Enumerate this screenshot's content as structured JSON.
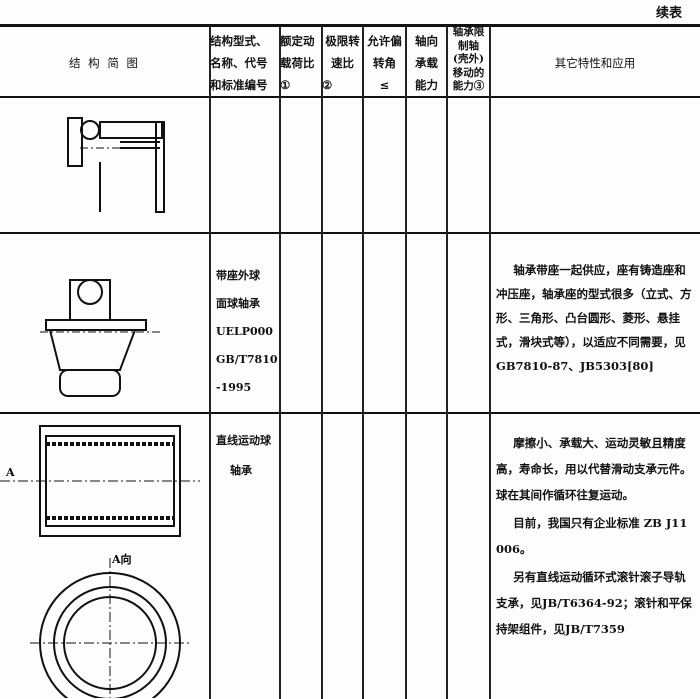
{
  "continued_label": "续表",
  "headers": {
    "diagram": "结 构 简 图",
    "type": [
      "结构型式、",
      "名称、代号",
      "和标准编号"
    ],
    "load": [
      "额定动",
      "载荷比",
      "①"
    ],
    "speed": [
      "极限转",
      "速比",
      "②"
    ],
    "angle": [
      "允许偏",
      "转角",
      "≤"
    ],
    "axial": [
      "轴向",
      "承载",
      "能力"
    ],
    "limit": [
      "轴承限",
      "制轴",
      "(壳外)",
      "移动的",
      "能力③"
    ],
    "other": "其它特性和应用"
  },
  "rows": [
    {
      "type": [],
      "other": []
    },
    {
      "type": [
        "带座外球",
        "面球轴承",
        "UELP000",
        "GB/T7810",
        "-1995"
      ],
      "other": [
        "轴承带座一起供应，座有铸造座和冲压座，轴承座的型式很多（立式、方形、三角形、凸台圆形、菱形、悬挂式，滑块式等），以适应不同需要，见GB7810-87、JB5303[80]"
      ]
    },
    {
      "type": [
        "直线运动球",
        "轴承"
      ],
      "other": [
        "摩擦小、承载大、运动灵敏且精度高，寿命长，用以代替滑动支承元件。球在其间作循环往复运动。",
        "目前，我国只有企业标准 ZB J11 006。",
        "另有直线运动循环式滚针滚子导轨支承，见JB/T6364-92；滚针和平保持架组件，见JB/T7359"
      ],
      "diagram_labels": [
        "A",
        "A向"
      ]
    }
  ]
}
